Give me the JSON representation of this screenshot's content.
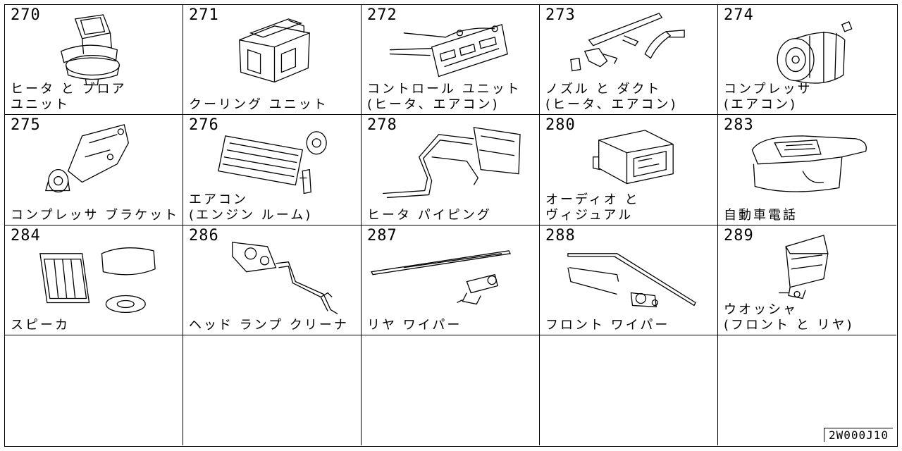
{
  "cells": [
    {
      "number": "270",
      "label": "ヒータ と ブロア\nユニット",
      "icon": "heater-blower-unit-icon"
    },
    {
      "number": "271",
      "label": "クーリング ユニット",
      "icon": "cooling-unit-icon"
    },
    {
      "number": "272",
      "label": "コントロール ユニット\n(ヒータ、エアコン)",
      "icon": "control-unit-icon"
    },
    {
      "number": "273",
      "label": "ノズル と ダクト\n(ヒータ、エアコン)",
      "icon": "nozzle-duct-icon"
    },
    {
      "number": "274",
      "label": "コンプレッサ\n(エアコン)",
      "icon": "compressor-icon"
    },
    {
      "number": "275",
      "label": "コンプレッサ ブラケット",
      "icon": "compressor-bracket-icon"
    },
    {
      "number": "276",
      "label": "エアコン\n(エンジン ルーム)",
      "icon": "aircon-engine-room-icon"
    },
    {
      "number": "278",
      "label": "ヒータ パイピング",
      "icon": "heater-piping-icon"
    },
    {
      "number": "280",
      "label": "オーディオ と\nヴィジュアル",
      "icon": "audio-visual-icon"
    },
    {
      "number": "283",
      "label": "自動車電話",
      "icon": "car-phone-icon"
    },
    {
      "number": "284",
      "label": "スピーカ",
      "icon": "speaker-icon"
    },
    {
      "number": "286",
      "label": "ヘッド ランプ クリーナ",
      "icon": "headlamp-cleaner-icon"
    },
    {
      "number": "287",
      "label": "リヤ ワイパー",
      "icon": "rear-wiper-icon"
    },
    {
      "number": "288",
      "label": "フロント ワイパー",
      "icon": "front-wiper-icon"
    },
    {
      "number": "289",
      "label": "ウオッシャ\n(フロント と リヤ)",
      "icon": "washer-icon"
    }
  ],
  "footer": {
    "code": "2W000J10"
  }
}
